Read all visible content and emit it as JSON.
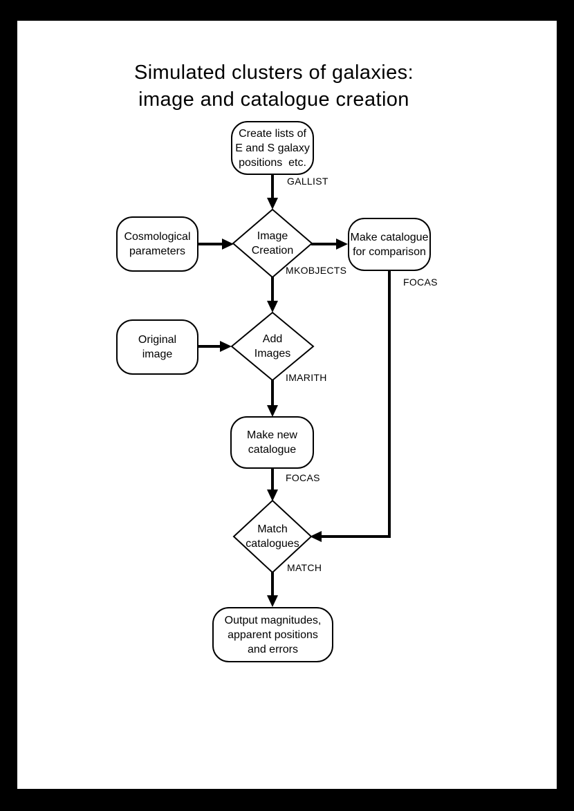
{
  "colors": {
    "frame": "#000000",
    "paper": "#ffffff",
    "ink": "#000000"
  },
  "title": {
    "line1": "Simulated clusters of galaxies:",
    "line2": "image and catalogue creation"
  },
  "nodes": {
    "create_lists": {
      "shape": "rounded-rect",
      "lines": [
        "Create lists of",
        "E and S galaxy",
        "positions  etc."
      ]
    },
    "cosmological": {
      "shape": "rounded-rect",
      "lines": [
        "Cosmological",
        "parameters"
      ]
    },
    "image_creation": {
      "shape": "diamond",
      "lines": [
        "Image",
        "Creation"
      ]
    },
    "make_catalogue_comparison": {
      "shape": "rounded-rect",
      "lines": [
        "Make catalogue",
        "for comparison"
      ]
    },
    "original_image": {
      "shape": "rounded-rect",
      "lines": [
        "Original",
        "image"
      ]
    },
    "add_images": {
      "shape": "diamond",
      "lines": [
        "Add",
        "Images"
      ]
    },
    "make_new_catalogue": {
      "shape": "rounded-rect",
      "lines": [
        "Make new",
        "catalogue"
      ]
    },
    "match_catalogues": {
      "shape": "diamond",
      "lines": [
        "Match",
        "catalogues"
      ]
    },
    "output": {
      "shape": "rounded-rect",
      "lines": [
        "Output magnitudes,",
        "apparent positions",
        "and errors"
      ]
    }
  },
  "labels": {
    "gallist": "GALLIST",
    "mkobjects": "MKOBJECTS",
    "focas_right": "FOCAS",
    "imarith": "IMARITH",
    "focas_mid": "FOCAS",
    "match": "MATCH"
  }
}
